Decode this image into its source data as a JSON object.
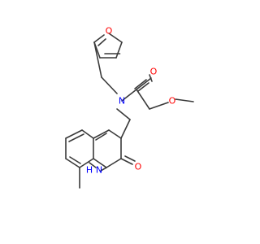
{
  "molecule": {
    "atoms": {
      "furan_o": "O",
      "carbonyl_o": "O",
      "ether_o": "O",
      "amide_n": "N",
      "ring_n": "N",
      "ring_h": "H",
      "lactam_o": "O"
    },
    "colors": {
      "bond": "#3a3a3a",
      "oxygen": "#ff0000",
      "nitrogen": "#0000ff"
    }
  }
}
